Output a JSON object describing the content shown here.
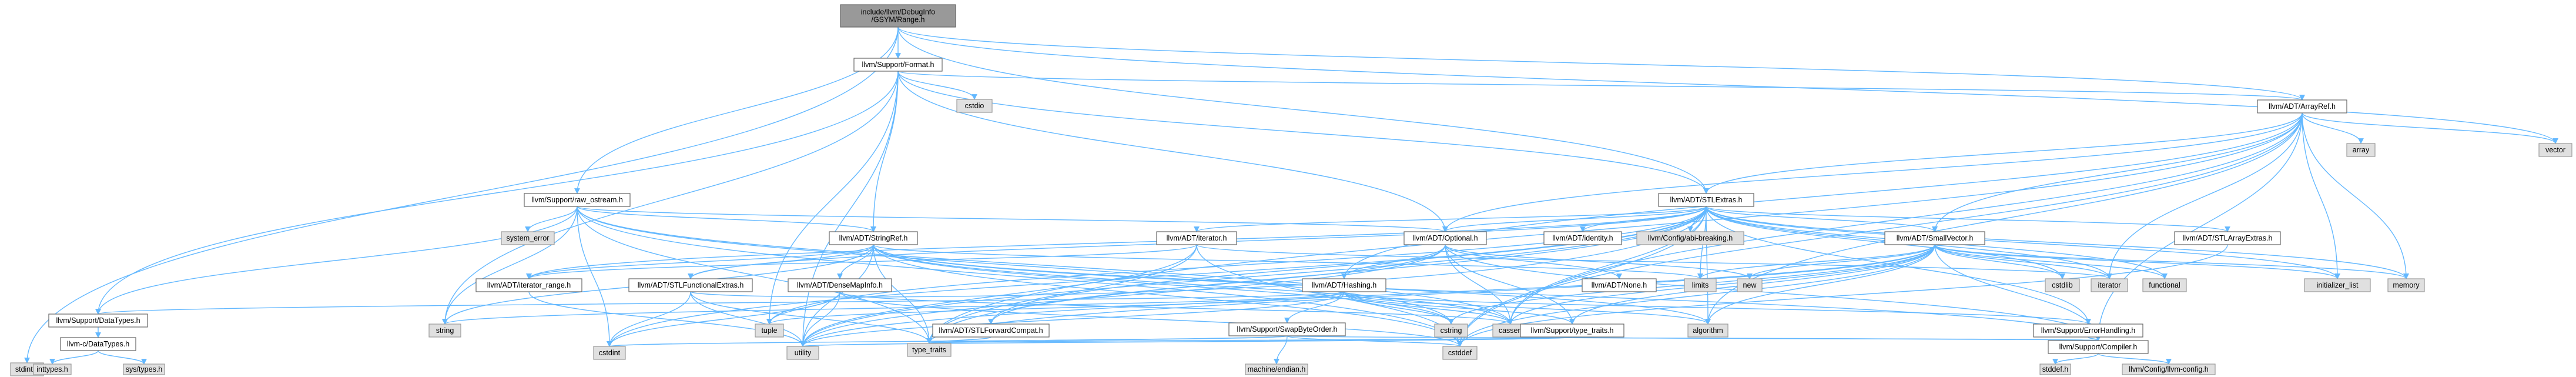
{
  "graph": {
    "title": "include/llvm/DebugInfo/GSYM/Range.h dependency graph",
    "edge_color": "#63b8ff",
    "colors": {
      "root_fill": "#999999",
      "internal_fill": "#ffffff",
      "external_fill": "#e0e0e0"
    },
    "nodes": [
      {
        "id": "range",
        "lines": [
          "include/llvm/DebugInfo",
          "/GSYM/Range.h"
        ],
        "kind": "root"
      },
      {
        "id": "format",
        "lines": [
          "llvm/Support/Format.h"
        ],
        "kind": "int"
      },
      {
        "id": "cstdio",
        "lines": [
          "cstdio"
        ],
        "kind": "ext"
      },
      {
        "id": "arrayref",
        "lines": [
          "llvm/ADT/ArrayRef.h"
        ],
        "kind": "int"
      },
      {
        "id": "array",
        "lines": [
          "array"
        ],
        "kind": "ext"
      },
      {
        "id": "vector",
        "lines": [
          "vector"
        ],
        "kind": "ext"
      },
      {
        "id": "rawostream",
        "lines": [
          "llvm/Support/raw_ostream.h"
        ],
        "kind": "int"
      },
      {
        "id": "stlextras",
        "lines": [
          "llvm/ADT/STLExtras.h"
        ],
        "kind": "int"
      },
      {
        "id": "systemerror",
        "lines": [
          "system_error"
        ],
        "kind": "ext"
      },
      {
        "id": "stringref",
        "lines": [
          "llvm/ADT/StringRef.h"
        ],
        "kind": "int"
      },
      {
        "id": "iteratorh",
        "lines": [
          "llvm/ADT/iterator.h"
        ],
        "kind": "int"
      },
      {
        "id": "optional",
        "lines": [
          "llvm/ADT/Optional.h"
        ],
        "kind": "int"
      },
      {
        "id": "identity",
        "lines": [
          "llvm/ADT/identity.h"
        ],
        "kind": "int"
      },
      {
        "id": "abibreaking",
        "lines": [
          "llvm/Config/abi-breaking.h"
        ],
        "kind": "ext"
      },
      {
        "id": "smallvector",
        "lines": [
          "llvm/ADT/SmallVector.h"
        ],
        "kind": "int"
      },
      {
        "id": "stlarray",
        "lines": [
          "llvm/ADT/STLArrayExtras.h"
        ],
        "kind": "int"
      },
      {
        "id": "iterrange",
        "lines": [
          "llvm/ADT/iterator_range.h"
        ],
        "kind": "int"
      },
      {
        "id": "stlfunc",
        "lines": [
          "llvm/ADT/STLFunctionalExtras.h"
        ],
        "kind": "int"
      },
      {
        "id": "densemapinfo",
        "lines": [
          "llvm/ADT/DenseMapInfo.h"
        ],
        "kind": "int"
      },
      {
        "id": "hashing",
        "lines": [
          "llvm/ADT/Hashing.h"
        ],
        "kind": "int"
      },
      {
        "id": "noneh",
        "lines": [
          "llvm/ADT/None.h"
        ],
        "kind": "int"
      },
      {
        "id": "limits",
        "lines": [
          "limits"
        ],
        "kind": "ext"
      },
      {
        "id": "new",
        "lines": [
          "new"
        ],
        "kind": "ext"
      },
      {
        "id": "cstdlib",
        "lines": [
          "cstdlib"
        ],
        "kind": "ext"
      },
      {
        "id": "iterator",
        "lines": [
          "iterator"
        ],
        "kind": "ext"
      },
      {
        "id": "functional",
        "lines": [
          "functional"
        ],
        "kind": "ext"
      },
      {
        "id": "initlist",
        "lines": [
          "initializer_list"
        ],
        "kind": "ext"
      },
      {
        "id": "memory",
        "lines": [
          "memory"
        ],
        "kind": "ext"
      },
      {
        "id": "datatypes",
        "lines": [
          "llvm/Support/DataTypes.h"
        ],
        "kind": "int"
      },
      {
        "id": "string",
        "lines": [
          "string"
        ],
        "kind": "ext"
      },
      {
        "id": "tuple",
        "lines": [
          "tuple"
        ],
        "kind": "ext"
      },
      {
        "id": "stlforward",
        "lines": [
          "llvm/ADT/STLForwardCompat.h"
        ],
        "kind": "int"
      },
      {
        "id": "cstring",
        "lines": [
          "cstring"
        ],
        "kind": "ext"
      },
      {
        "id": "cassert",
        "lines": [
          "cassert"
        ],
        "kind": "ext"
      },
      {
        "id": "swapbyte",
        "lines": [
          "llvm/Support/SwapByteOrder.h"
        ],
        "kind": "int"
      },
      {
        "id": "typetraitsh",
        "lines": [
          "llvm/Support/type_traits.h"
        ],
        "kind": "int"
      },
      {
        "id": "algorithm",
        "lines": [
          "algorithm"
        ],
        "kind": "ext"
      },
      {
        "id": "errorhandling",
        "lines": [
          "llvm/Support/ErrorHandling.h"
        ],
        "kind": "int"
      },
      {
        "id": "cdatatypes",
        "lines": [
          "llvm-c/DataTypes.h"
        ],
        "kind": "int"
      },
      {
        "id": "cstdint",
        "lines": [
          "cstdint"
        ],
        "kind": "ext"
      },
      {
        "id": "utility",
        "lines": [
          "utility"
        ],
        "kind": "ext"
      },
      {
        "id": "typetraits",
        "lines": [
          "type_traits"
        ],
        "kind": "ext"
      },
      {
        "id": "machineendian",
        "lines": [
          "machine/endian.h"
        ],
        "kind": "ext"
      },
      {
        "id": "cstddef",
        "lines": [
          "cstddef"
        ],
        "kind": "ext"
      },
      {
        "id": "compiler",
        "lines": [
          "llvm/Support/Compiler.h"
        ],
        "kind": "int"
      },
      {
        "id": "stdinth",
        "lines": [
          "stdint.h"
        ],
        "kind": "ext"
      },
      {
        "id": "inttypes",
        "lines": [
          "inttypes.h"
        ],
        "kind": "ext"
      },
      {
        "id": "systypes",
        "lines": [
          "sys/types.h"
        ],
        "kind": "ext"
      },
      {
        "id": "stddefh",
        "lines": [
          "stddef.h"
        ],
        "kind": "ext"
      },
      {
        "id": "llvmconfig",
        "lines": [
          "llvm/Config/llvm-config.h"
        ],
        "kind": "ext"
      }
    ],
    "edges": [
      [
        "range",
        "format"
      ],
      [
        "range",
        "arrayref"
      ],
      [
        "range",
        "rawostream"
      ],
      [
        "range",
        "stlextras"
      ],
      [
        "range",
        "stdinth"
      ],
      [
        "range",
        "vector"
      ],
      [
        "format",
        "cstdio"
      ],
      [
        "format",
        "arrayref"
      ],
      [
        "format",
        "stlextras"
      ],
      [
        "format",
        "stringref"
      ],
      [
        "format",
        "datatypes"
      ],
      [
        "format",
        "string"
      ],
      [
        "format",
        "tuple"
      ],
      [
        "format",
        "utility"
      ],
      [
        "format",
        "optional"
      ],
      [
        "arrayref",
        "array"
      ],
      [
        "arrayref",
        "vector"
      ],
      [
        "arrayref",
        "stlextras"
      ],
      [
        "arrayref",
        "smallvector"
      ],
      [
        "arrayref",
        "optional"
      ],
      [
        "arrayref",
        "compiler"
      ],
      [
        "arrayref",
        "algorithm"
      ],
      [
        "arrayref",
        "cassert"
      ],
      [
        "arrayref",
        "cstddef"
      ],
      [
        "arrayref",
        "initlist"
      ],
      [
        "arrayref",
        "iterator"
      ],
      [
        "arrayref",
        "memory"
      ],
      [
        "arrayref",
        "hashing"
      ],
      [
        "arrayref",
        "typetraits"
      ],
      [
        "rawostream",
        "stringref"
      ],
      [
        "rawostream",
        "datatypes"
      ],
      [
        "rawostream",
        "systemerror"
      ],
      [
        "rawostream",
        "cassert"
      ],
      [
        "rawostream",
        "cstddef"
      ],
      [
        "rawostream",
        "cstdint"
      ],
      [
        "rawostream",
        "cstring"
      ],
      [
        "rawostream",
        "string"
      ],
      [
        "rawostream",
        "typetraits"
      ],
      [
        "rawostream",
        "optional"
      ],
      [
        "stlextras",
        "stlarray"
      ],
      [
        "stlextras",
        "stlforward"
      ],
      [
        "stlextras",
        "stlfunc"
      ],
      [
        "stlextras",
        "identity"
      ],
      [
        "stlextras",
        "iteratorh"
      ],
      [
        "stlextras",
        "iterrange"
      ],
      [
        "stlextras",
        "abibreaking"
      ],
      [
        "stlextras",
        "errorhandling"
      ],
      [
        "stlextras",
        "optional"
      ],
      [
        "stlextras",
        "smallvector"
      ],
      [
        "stlextras",
        "algorithm"
      ],
      [
        "stlextras",
        "cassert"
      ],
      [
        "stlextras",
        "cstddef"
      ],
      [
        "stlextras",
        "cstdint"
      ],
      [
        "stlextras",
        "cstdlib"
      ],
      [
        "stlextras",
        "functional"
      ],
      [
        "stlextras",
        "initlist"
      ],
      [
        "stlextras",
        "iterator"
      ],
      [
        "stlextras",
        "limits"
      ],
      [
        "stlextras",
        "memory"
      ],
      [
        "stlextras",
        "tuple"
      ],
      [
        "stlextras",
        "typetraits"
      ],
      [
        "stlextras",
        "utility"
      ],
      [
        "stringref",
        "densemapinfo"
      ],
      [
        "stringref",
        "stlfunc"
      ],
      [
        "stringref",
        "iterrange"
      ],
      [
        "stringref",
        "compiler"
      ],
      [
        "stringref",
        "algorithm"
      ],
      [
        "stringref",
        "cassert"
      ],
      [
        "stringref",
        "cstddef"
      ],
      [
        "stringref",
        "cstring"
      ],
      [
        "stringref",
        "limits"
      ],
      [
        "stringref",
        "string"
      ],
      [
        "stringref",
        "typetraits"
      ],
      [
        "stringref",
        "utility"
      ],
      [
        "iteratorh",
        "iterrange"
      ],
      [
        "iteratorh",
        "cstddef"
      ],
      [
        "iteratorh",
        "iterator"
      ],
      [
        "iteratorh",
        "typetraits"
      ],
      [
        "iteratorh",
        "utility"
      ],
      [
        "optional",
        "hashing"
      ],
      [
        "optional",
        "noneh"
      ],
      [
        "optional",
        "stlforward"
      ],
      [
        "optional",
        "compiler"
      ],
      [
        "optional",
        "typetraitsh"
      ],
      [
        "optional",
        "cassert"
      ],
      [
        "optional",
        "new"
      ],
      [
        "optional",
        "utility"
      ],
      [
        "smallvector",
        "compiler"
      ],
      [
        "smallvector",
        "typetraitsh"
      ],
      [
        "smallvector",
        "algorithm"
      ],
      [
        "smallvector",
        "cassert"
      ],
      [
        "smallvector",
        "cstddef"
      ],
      [
        "smallvector",
        "cstdlib"
      ],
      [
        "smallvector",
        "cstring"
      ],
      [
        "smallvector",
        "functional"
      ],
      [
        "smallvector",
        "initlist"
      ],
      [
        "smallvector",
        "iterator"
      ],
      [
        "smallvector",
        "limits"
      ],
      [
        "smallvector",
        "memory"
      ],
      [
        "smallvector",
        "new"
      ],
      [
        "smallvector",
        "typetraits"
      ],
      [
        "smallvector",
        "utility"
      ],
      [
        "stlarray",
        "cstddef"
      ],
      [
        "iterrange",
        "utility"
      ],
      [
        "stlfunc",
        "stlextras"
      ],
      [
        "stlfunc",
        "cstdint"
      ],
      [
        "stlfunc",
        "typetraits"
      ],
      [
        "stlfunc",
        "utility"
      ],
      [
        "densemapinfo",
        "cassert"
      ],
      [
        "densemapinfo",
        "cstddef"
      ],
      [
        "densemapinfo",
        "cstdint"
      ],
      [
        "densemapinfo",
        "tuple"
      ],
      [
        "densemapinfo",
        "utility"
      ],
      [
        "hashing",
        "errorhandling"
      ],
      [
        "hashing",
        "swapbyte"
      ],
      [
        "hashing",
        "typetraitsh"
      ],
      [
        "hashing",
        "algorithm"
      ],
      [
        "hashing",
        "cassert"
      ],
      [
        "hashing",
        "cstring"
      ],
      [
        "hashing",
        "string"
      ],
      [
        "hashing",
        "tuple"
      ],
      [
        "hashing",
        "utility"
      ],
      [
        "hashing",
        "datatypes"
      ],
      [
        "stlforward",
        "typetraits"
      ],
      [
        "swapbyte",
        "compiler"
      ],
      [
        "swapbyte",
        "cstddef"
      ],
      [
        "swapbyte",
        "cstdint"
      ],
      [
        "swapbyte",
        "typetraits"
      ],
      [
        "swapbyte",
        "machineendian"
      ],
      [
        "typetraitsh",
        "compiler"
      ],
      [
        "typetraitsh",
        "typetraits"
      ],
      [
        "typetraitsh",
        "utility"
      ],
      [
        "errorhandling",
        "compiler"
      ],
      [
        "datatypes",
        "cdatatypes"
      ],
      [
        "cdatatypes",
        "inttypes"
      ],
      [
        "cdatatypes",
        "systypes"
      ],
      [
        "compiler",
        "stddefh"
      ],
      [
        "compiler",
        "llvmconfig"
      ]
    ]
  }
}
